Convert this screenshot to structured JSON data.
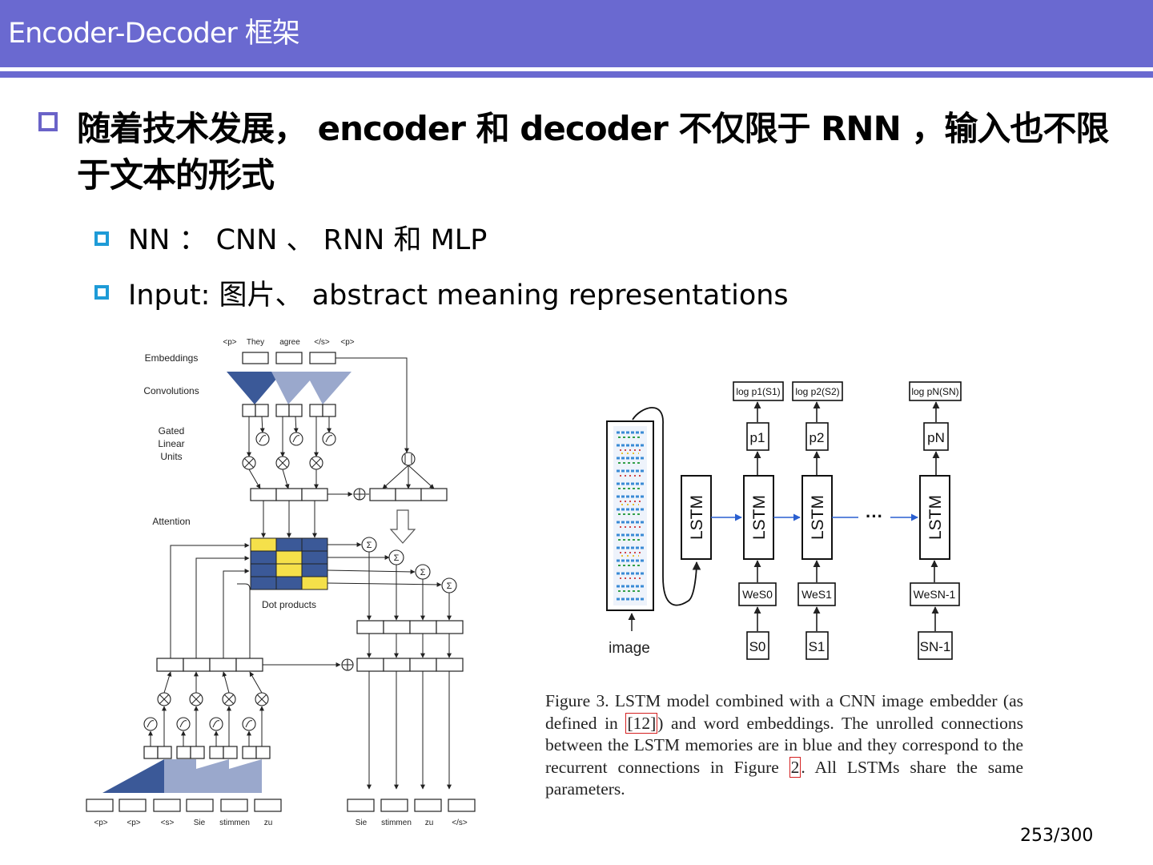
{
  "header": {
    "title": "Encoder-Decoder 框架"
  },
  "bullets": {
    "main": "随着技术发展， encoder 和 decoder 不仅限于 RNN ，输入也不限于文本的形式",
    "sub": [
      "NN ： CNN 、 RNN 和 MLP",
      "Input:  图片、 abstract meaning representations"
    ]
  },
  "conv_figure": {
    "row_labels": {
      "embeddings": "Embeddings",
      "convolutions": "Convolutions",
      "glu_1": "Gated",
      "glu_2": "Linear",
      "glu_3": "Units",
      "attention": "Attention",
      "dot_products": "Dot products"
    },
    "top_tokens": [
      "<p>",
      "They",
      "agree",
      "</s>",
      "<p>"
    ],
    "bottom_tokens": [
      "<p>",
      "<p>",
      "<s>",
      "Sie",
      "stimmen",
      "zu"
    ],
    "output_tokens": [
      "Sie",
      "stimmen",
      "zu",
      "</s>"
    ],
    "sigma": "Σ"
  },
  "lstm_figure": {
    "image_label": "image",
    "lstm_label": "LSTM",
    "ellipsis": "···",
    "log_probs": [
      "log p1(S1)",
      "log p2(S2)",
      "log pN(SN)"
    ],
    "probs": [
      "p1",
      "p2",
      "pN"
    ],
    "embeds": [
      "WeS0",
      "WeS1",
      "WeSN-1"
    ],
    "inputs": [
      "S0",
      "S1",
      "SN-1"
    ]
  },
  "caption": {
    "part1": "Figure 3.   LSTM model combined with a CNN image embedder (as defined in ",
    "ref1": "[12]",
    "part2": ") and word embeddings. The unrolled connections between the LSTM memories are in blue and they correspond to the recurrent connections in Figure ",
    "ref2": "2",
    "part3": ". All LSTMs share the same parameters."
  },
  "page": {
    "number": "253/300"
  },
  "colors": {
    "header": "#6a69d0",
    "bullet_main": "#6a63c8",
    "bullet_sub": "#1e9bd7",
    "conv_dark": "#3b5998",
    "conv_light": "#9aa8cc",
    "attn_yellow": "#f5e04a",
    "lstm_arrow": "#2a5fd0",
    "ref_box": "#d42020"
  }
}
